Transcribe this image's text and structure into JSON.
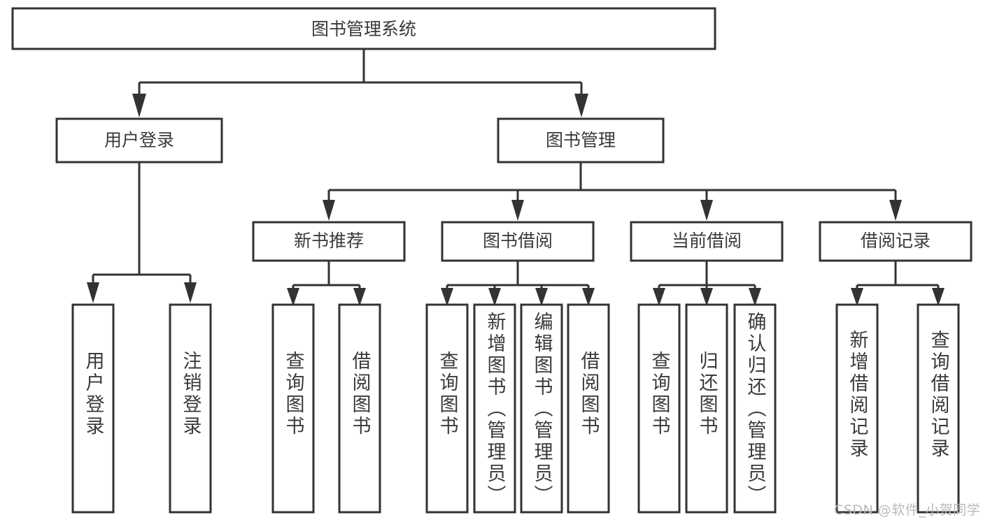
{
  "diagram": {
    "type": "tree",
    "title": "图书管理系统",
    "orientation": "top-down",
    "colors": {
      "stroke": "#333333",
      "box_fill": "#ffffff",
      "text": "#3a3a3a",
      "watermark": "#b9b9b9",
      "background": "#ffffff"
    },
    "root": {
      "label": "图书管理系统"
    },
    "level2": [
      {
        "label": "用户登录"
      },
      {
        "label": "图书管理"
      }
    ],
    "level3": [
      {
        "label": "新书推荐"
      },
      {
        "label": "图书借阅"
      },
      {
        "label": "当前借阅"
      },
      {
        "label": "借阅记录"
      }
    ],
    "leaves": {
      "user_login": [
        {
          "label": "用户登录"
        },
        {
          "label": "注销登录"
        }
      ],
      "new_book": [
        {
          "label": "查询图书"
        },
        {
          "label": "借阅图书"
        }
      ],
      "book_borrow": [
        {
          "label": "查询图书"
        },
        {
          "label": "新增图书（管理员）"
        },
        {
          "label": "编辑图书（管理员）"
        },
        {
          "label": "借阅图书"
        }
      ],
      "current_borrow": [
        {
          "label": "查询图书"
        },
        {
          "label": "归还图书"
        },
        {
          "label": "确认归还（管理员）"
        }
      ],
      "borrow_record": [
        {
          "label": "新增借阅记录"
        },
        {
          "label": "查询借阅记录"
        }
      ]
    }
  },
  "watermark": {
    "text": "CSDN @软件_小贺同学"
  }
}
